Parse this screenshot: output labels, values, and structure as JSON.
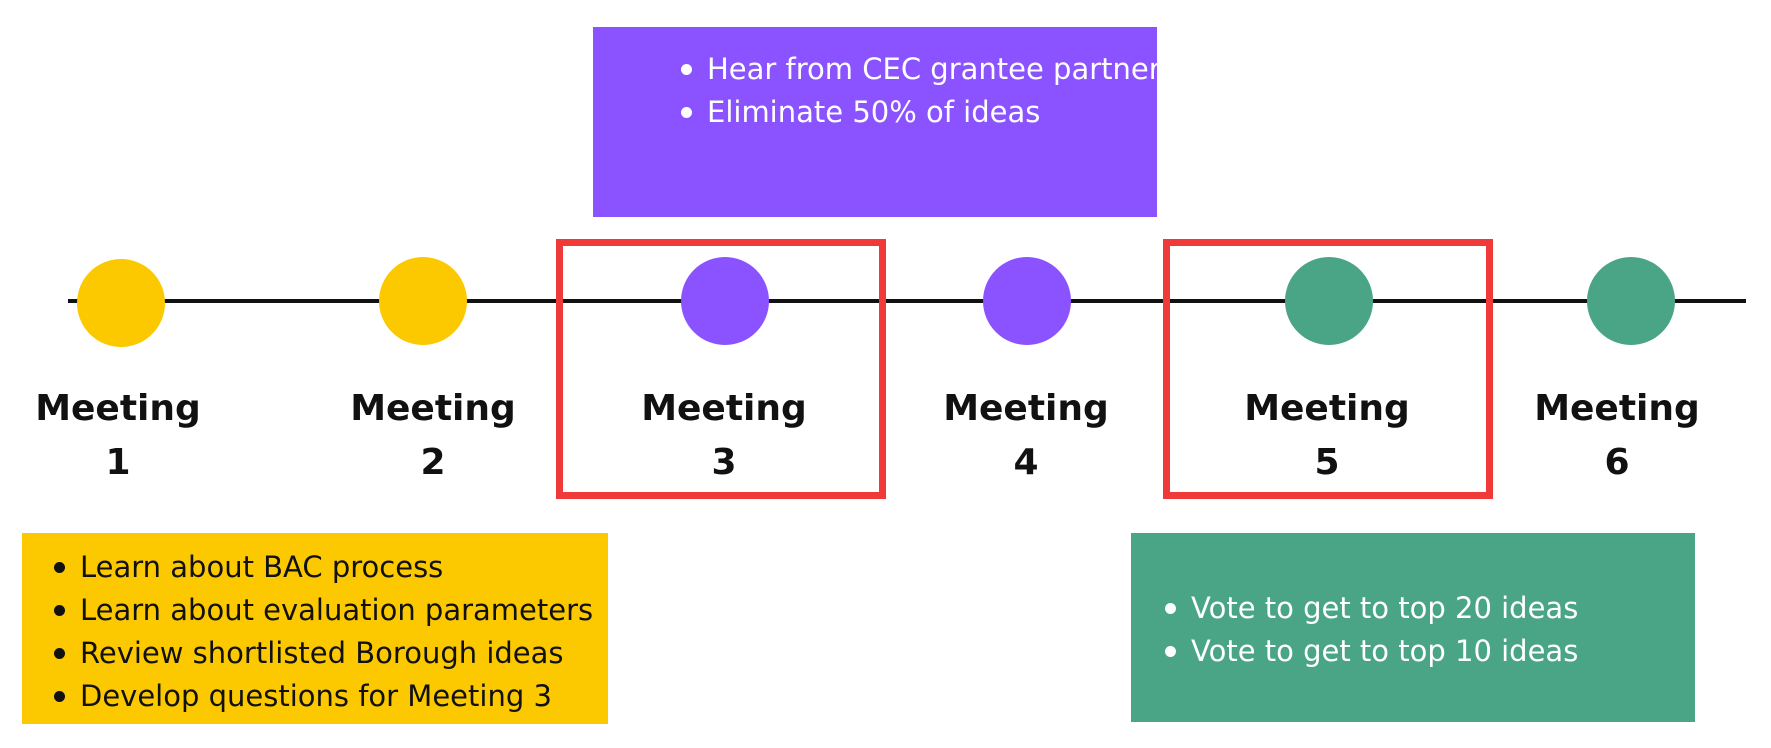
{
  "colors": {
    "yellow": "#fcc800",
    "purple": "#8b53ff",
    "green": "#4aa586",
    "highlight_red": "#f03a3a",
    "line": "#111111"
  },
  "meetings": [
    {
      "word": "Meeting",
      "number": "1",
      "color": "yellow",
      "highlighted": false
    },
    {
      "word": "Meeting",
      "number": "2",
      "color": "yellow",
      "highlighted": false
    },
    {
      "word": "Meeting",
      "number": "3",
      "color": "purple",
      "highlighted": true
    },
    {
      "word": "Meeting",
      "number": "4",
      "color": "purple",
      "highlighted": false
    },
    {
      "word": "Meeting",
      "number": "5",
      "color": "green",
      "highlighted": true
    },
    {
      "word": "Meeting",
      "number": "6",
      "color": "green",
      "highlighted": false
    }
  ],
  "boxes": {
    "purple": {
      "items": [
        "Hear from CEC grantee partners",
        "Eliminate 50% of ideas"
      ]
    },
    "yellow": {
      "items": [
        "Learn about BAC process",
        "Learn about evaluation parameters",
        "Review shortlisted Borough ideas",
        "Develop questions for Meeting 3"
      ]
    },
    "green": {
      "items": [
        "Vote to get to top 20 ideas",
        "Vote to get to top 10 ideas"
      ]
    }
  }
}
